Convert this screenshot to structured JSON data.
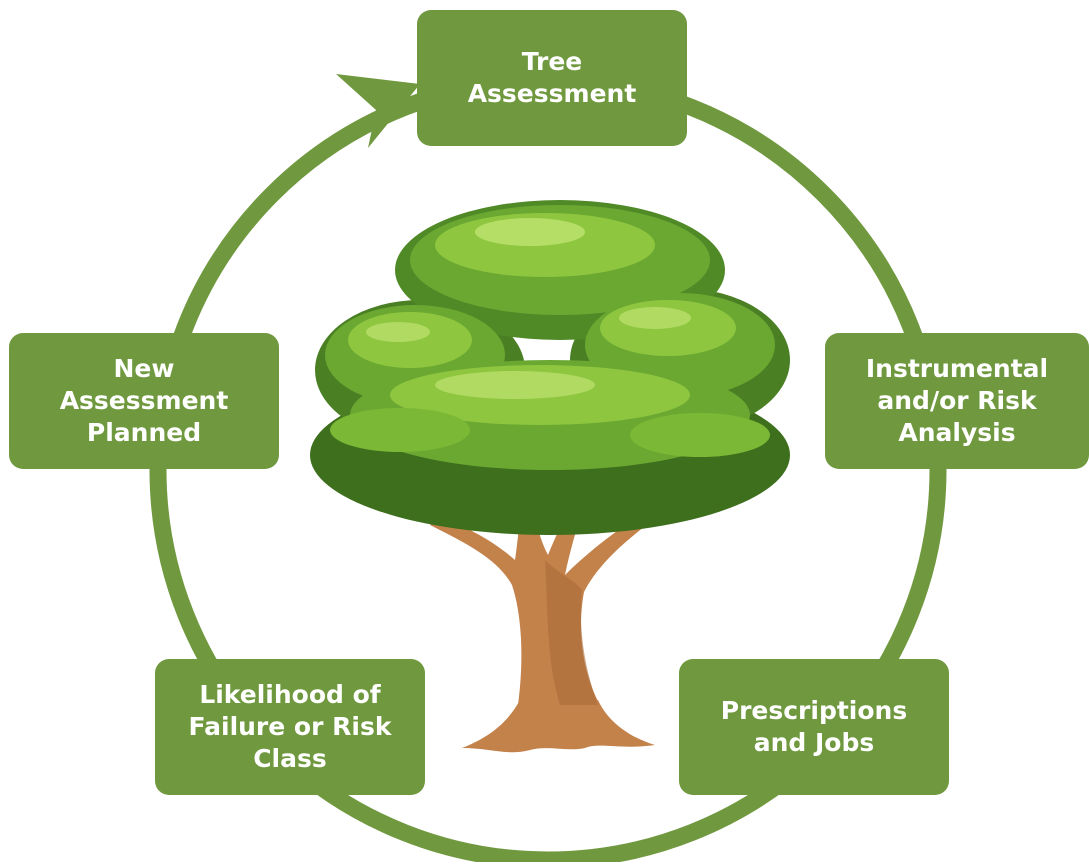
{
  "colors": {
    "accent_green": "#70993f",
    "box_text": "#ffffff",
    "trunk": "#c4824b",
    "trunk_dark": "#8a5a2e",
    "foliage_dark": "#3d6f1d",
    "foliage_mid": "#5f9b2c",
    "foliage_light": "#8ec63f",
    "foliage_highlight": "#c6e879"
  },
  "cycle": {
    "direction_icon": "arrow-head-icon",
    "center_image": "tree-illustration"
  },
  "steps": {
    "tree_assessment": {
      "line1": "Tree",
      "line2": "Assessment"
    },
    "instrumental": {
      "line1": "Instrumental",
      "line2": "and/or Risk",
      "line3": "Analysis"
    },
    "prescriptions": {
      "line1": "Prescriptions",
      "line2": "and Jobs"
    },
    "likelihood": {
      "line1": "Likelihood of",
      "line2": "Failure or Risk",
      "line3": "Class"
    },
    "new_assessment": {
      "line1": "New",
      "line2": "Assessment",
      "line3": "Planned"
    }
  }
}
